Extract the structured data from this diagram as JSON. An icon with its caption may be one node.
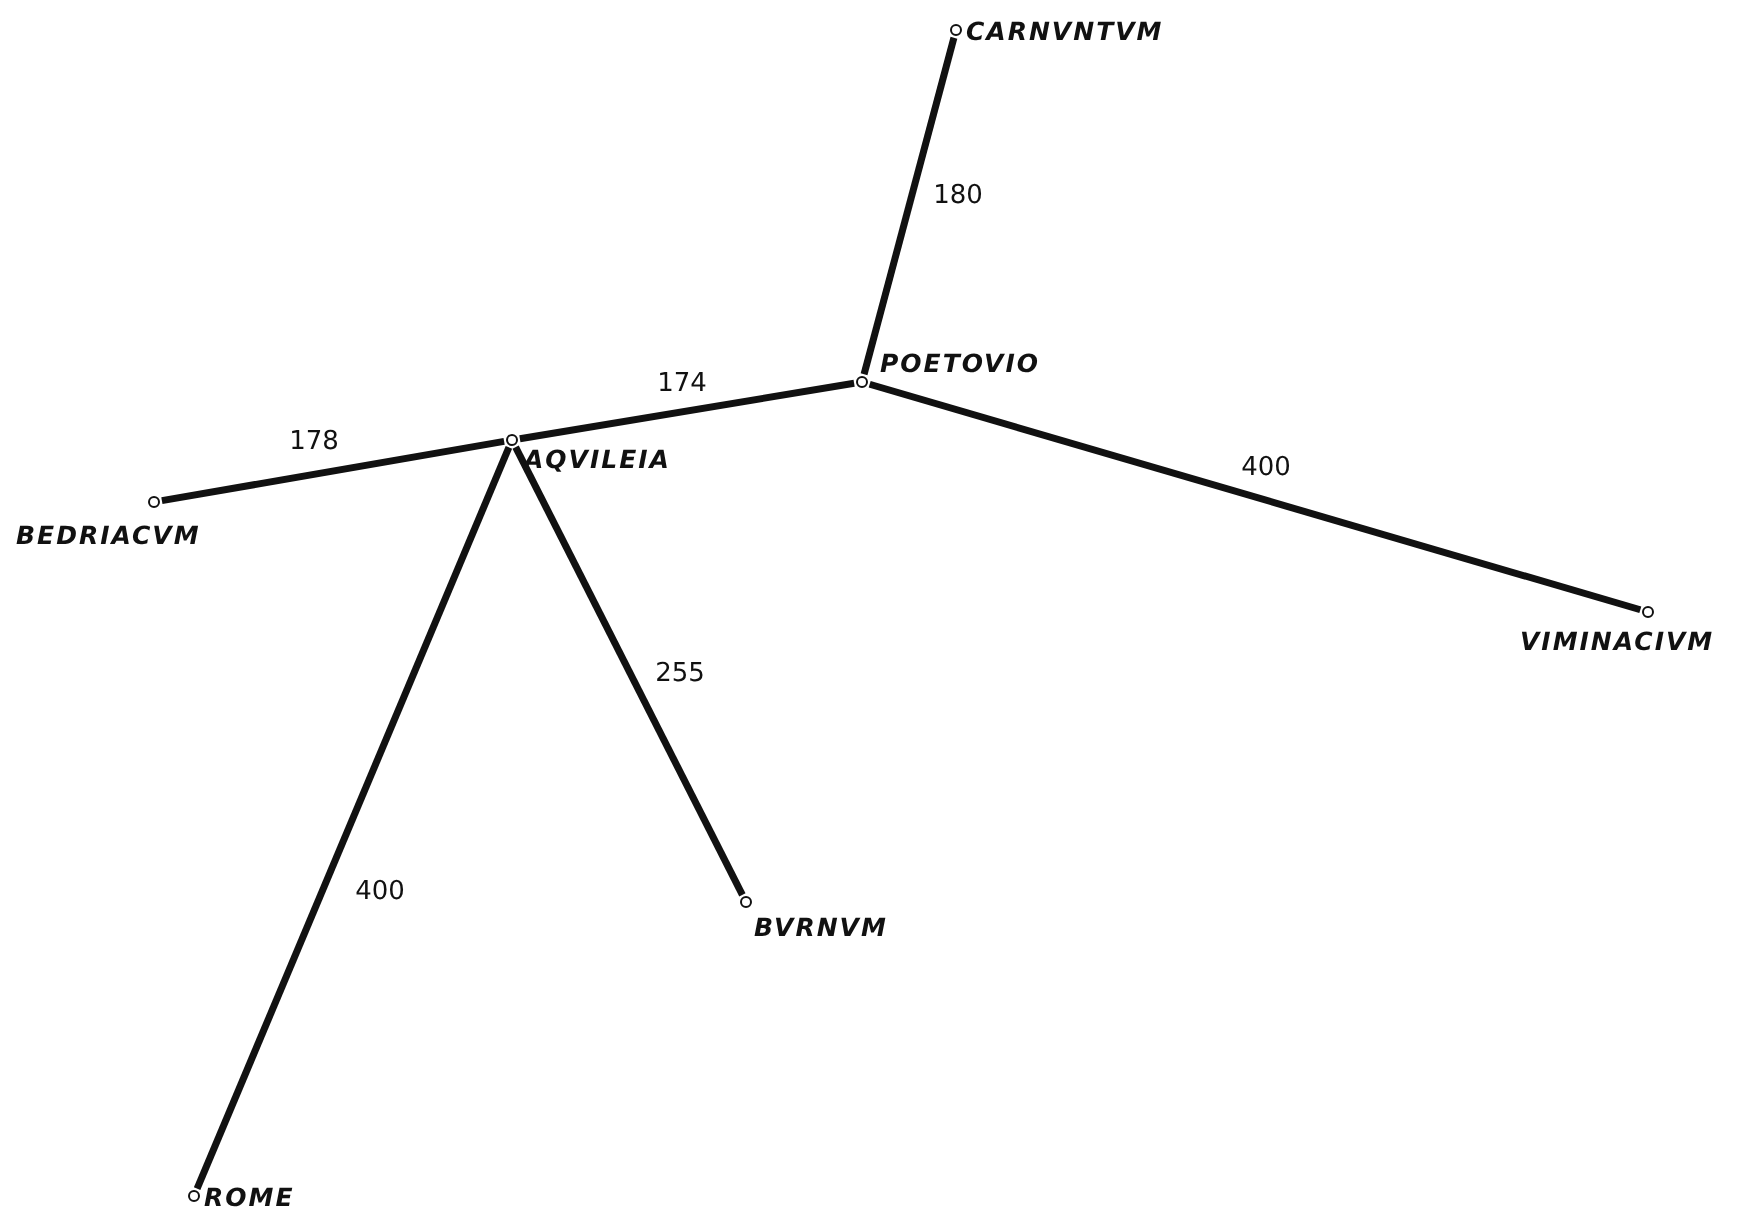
{
  "diagram": {
    "nodes": [
      {
        "text": [],
        "shape": "circle",
        "beside": [
          "CARNVNTVM"
        ]
      },
      {
        "text": [],
        "shape": "circle",
        "beside": [
          "POETOVIO"
        ]
      },
      {
        "text": [],
        "shape": "circle",
        "beside": [
          "AQVILEIA"
        ]
      },
      {
        "text": [],
        "shape": "circle",
        "beside": [
          "BEDRIACVM"
        ]
      },
      {
        "text": [],
        "shape": "circle",
        "beside": [
          "VIMINACIVM"
        ]
      },
      {
        "text": [],
        "shape": "circle",
        "beside": [
          "BVRNVM"
        ]
      },
      {
        "text": [],
        "shape": "circle",
        "beside": [
          "ROME"
        ]
      }
    ],
    "edges": [
      {
        "from": 1,
        "to": 0,
        "arrow": "none",
        "label": "180"
      },
      {
        "from": 3,
        "to": 2,
        "arrow": "none",
        "label": "178"
      },
      {
        "from": 2,
        "to": 1,
        "arrow": "none",
        "label": "174"
      },
      {
        "from": 1,
        "to": 4,
        "arrow": "none",
        "label": "400"
      },
      {
        "from": 2,
        "to": 5,
        "arrow": "none",
        "label": "255"
      },
      {
        "from": 2,
        "to": 6,
        "arrow": "none",
        "label": "400"
      }
    ]
  }
}
